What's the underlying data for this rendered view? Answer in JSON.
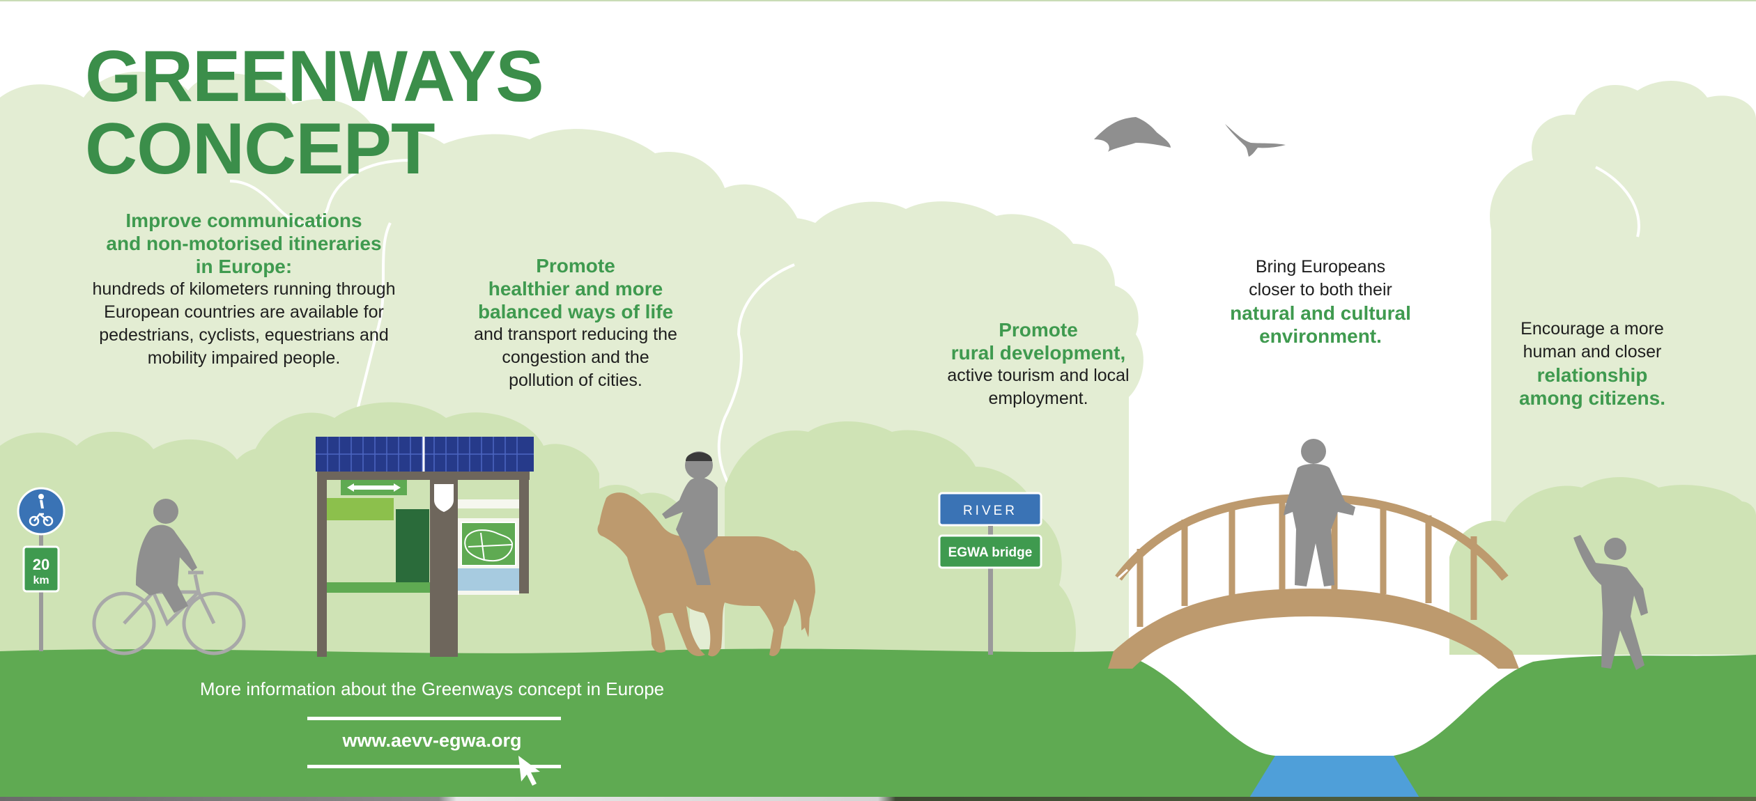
{
  "title": {
    "line1": "GREENWAYS",
    "line2": "CONCEPT"
  },
  "blocks": [
    {
      "highlight": [
        "Improve communications",
        "and non-motorised itineraries",
        "in Europe:"
      ],
      "body": [
        "hundreds of kilometers running through",
        "European countries are available for",
        "pedestrians, cyclists, equestrians and",
        "mobility impaired people."
      ]
    },
    {
      "highlight": [
        "Promote",
        "healthier and more",
        "balanced ways of life"
      ],
      "body": [
        "and transport reducing the",
        "congestion and the",
        "pollution of cities."
      ]
    },
    {
      "highlight": [
        "Promote",
        "rural development,"
      ],
      "body": [
        "active tourism and local",
        "employment."
      ]
    },
    {
      "intro": [
        "Bring Europeans",
        "closer to both their"
      ],
      "highlight": [
        "natural and cultural",
        "environment."
      ]
    },
    {
      "intro": [
        "Encourage a more",
        "human and closer"
      ],
      "highlight": [
        "relationship",
        "among citizens."
      ]
    }
  ],
  "signs": {
    "distance_value": "20",
    "distance_unit": "km",
    "river_label": "RIVER",
    "bridge_label": "EGWA bridge"
  },
  "footer": {
    "more_info": "More information about the Greenways concept in Europe",
    "url": "www.aevv-egwa.org"
  },
  "colors": {
    "title_green": "#3b8e4a",
    "highlight_green": "#3f9a4f",
    "ground_green": "#5faa52",
    "tree_light": "#e3edd3",
    "tree_mid": "#cfe3b5",
    "figure_grey": "#8f8f8f",
    "wood_brown": "#bd9a6e",
    "sign_blue": "#3a73b5",
    "water_blue": "#4f9fd9"
  }
}
